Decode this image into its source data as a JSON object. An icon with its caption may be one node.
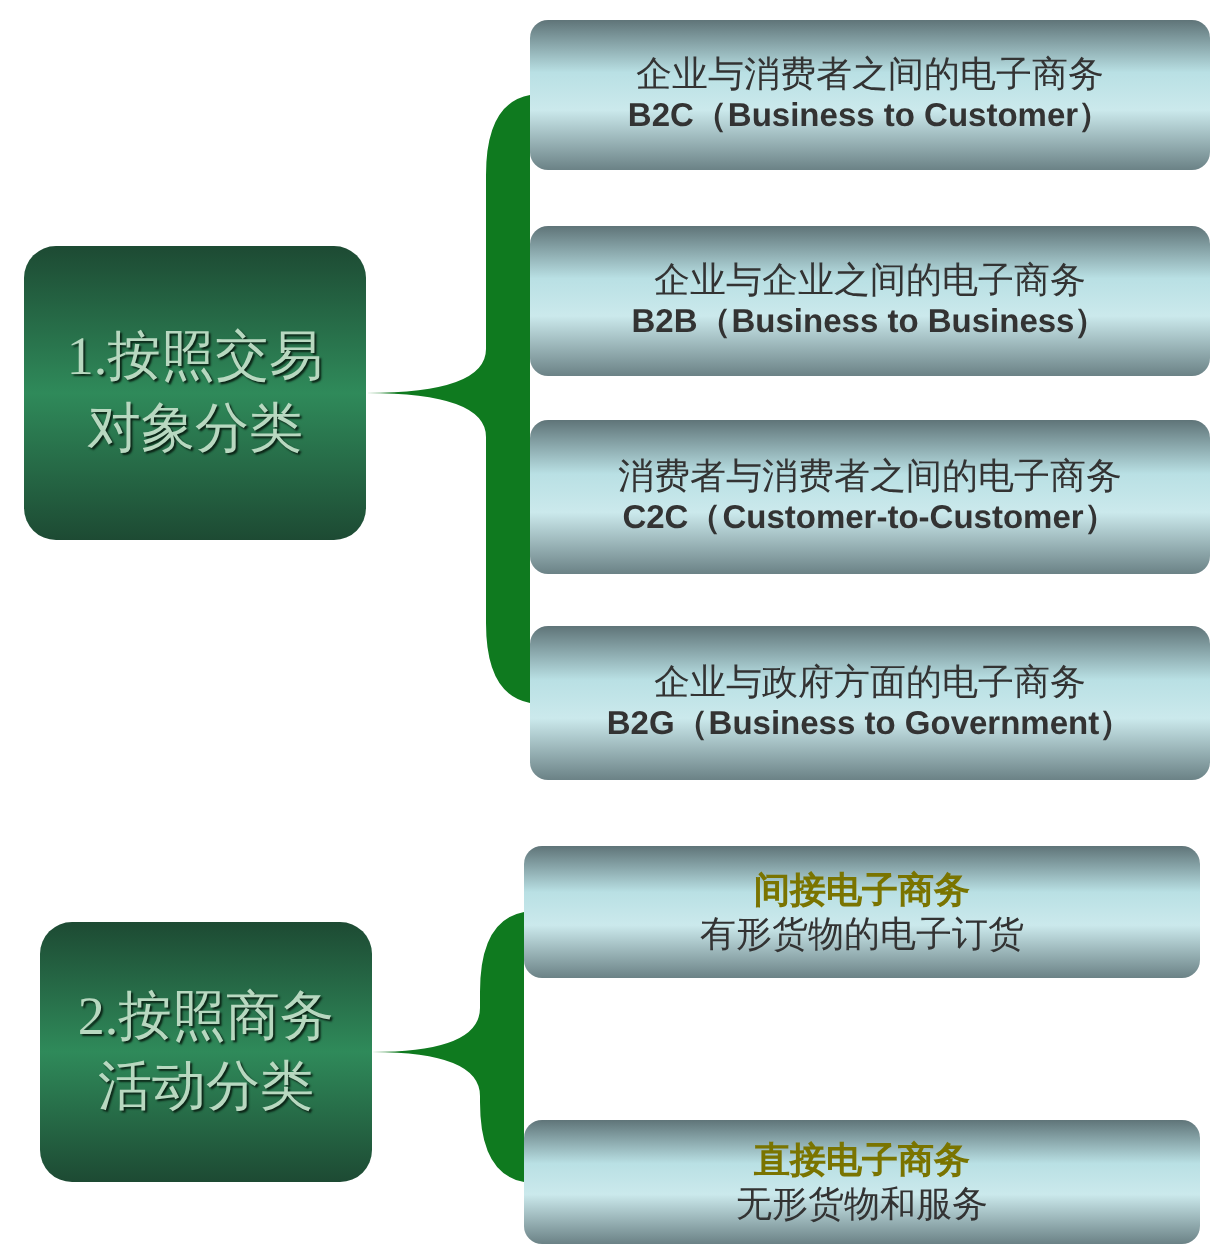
{
  "diagram": {
    "nodes": [
      {
        "text": [
          "1.按照交易对象分类"
        ]
      },
      {
        "text": [
          "企业与消费者之间的电子商务",
          "B2C（Business to Customer）"
        ]
      },
      {
        "text": [
          "企业与企业之间的电子商务",
          "B2B（Business to Business）"
        ]
      },
      {
        "text": [
          "消费者与消费者之间的电子商务",
          "C2C（Customer-to-Customer）"
        ]
      },
      {
        "text": [
          "企业与政府方面的电子商务",
          "B2G（Business to Government）"
        ]
      },
      {
        "text": [
          "2.按照商务活动分类"
        ]
      },
      {
        "text": [
          "间接电子商务",
          "有形货物的电子订货"
        ]
      },
      {
        "text": [
          "直接电子商务",
          "无形货物和服务"
        ]
      }
    ],
    "edges": [
      {
        "from": 0,
        "to": 1,
        "arrow": "none"
      },
      {
        "from": 0,
        "to": 2,
        "arrow": "none"
      },
      {
        "from": 0,
        "to": 3,
        "arrow": "none"
      },
      {
        "from": 0,
        "to": 4,
        "arrow": "none"
      },
      {
        "from": 5,
        "to": 6,
        "arrow": "none"
      },
      {
        "from": 5,
        "to": 7,
        "arrow": "none"
      }
    ]
  }
}
